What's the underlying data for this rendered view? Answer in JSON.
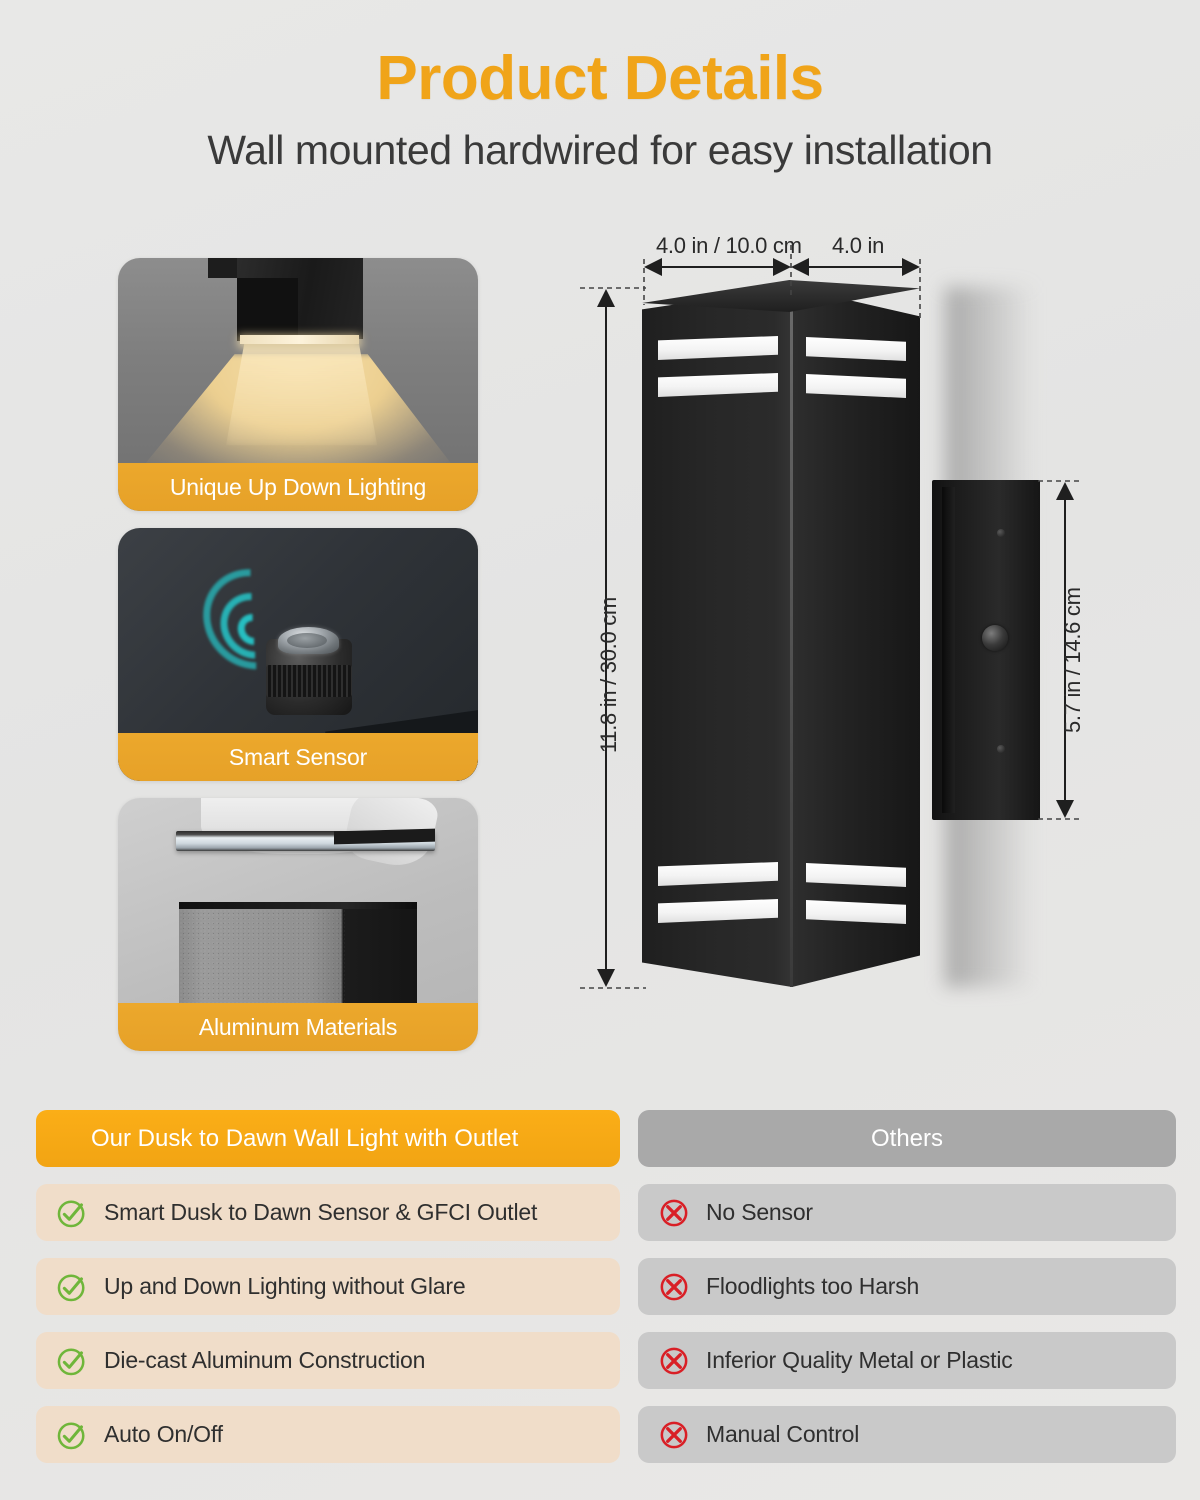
{
  "header": {
    "title": "Product Details",
    "subtitle": "Wall mounted hardwired for easy installation",
    "title_color": "#F0A419"
  },
  "feature_cards": [
    {
      "caption": "Unique Up Down Lighting",
      "icon": "up-down-light-icon"
    },
    {
      "caption": "Smart Sensor",
      "icon": "sensor-icon"
    },
    {
      "caption": "Aluminum Materials",
      "icon": "aluminum-icon"
    }
  ],
  "diagram": {
    "dimensions": {
      "width_front": "4.0 in / 10.0 cm",
      "width_side": "4.0 in",
      "height": "11.8 in / 30.0 cm",
      "depth": "5.7 in / 14.6 cm"
    }
  },
  "comparison": {
    "ours_header": "Our Dusk to Dawn Wall Light with Outlet",
    "others_header": "Others",
    "ours_color": "#F2A413",
    "others_color": "#A9A9A9",
    "check_color": "#6FB63A",
    "cross_color": "#D91F26",
    "ours_rows": [
      "Smart Dusk to Dawn Sensor & GFCI Outlet",
      "Up and Down Lighting without Glare",
      "Die-cast Aluminum Construction",
      "Auto On/Off"
    ],
    "others_rows": [
      "No Sensor",
      "Floodlights too Harsh",
      "Inferior Quality Metal or Plastic",
      "Manual Control"
    ]
  }
}
